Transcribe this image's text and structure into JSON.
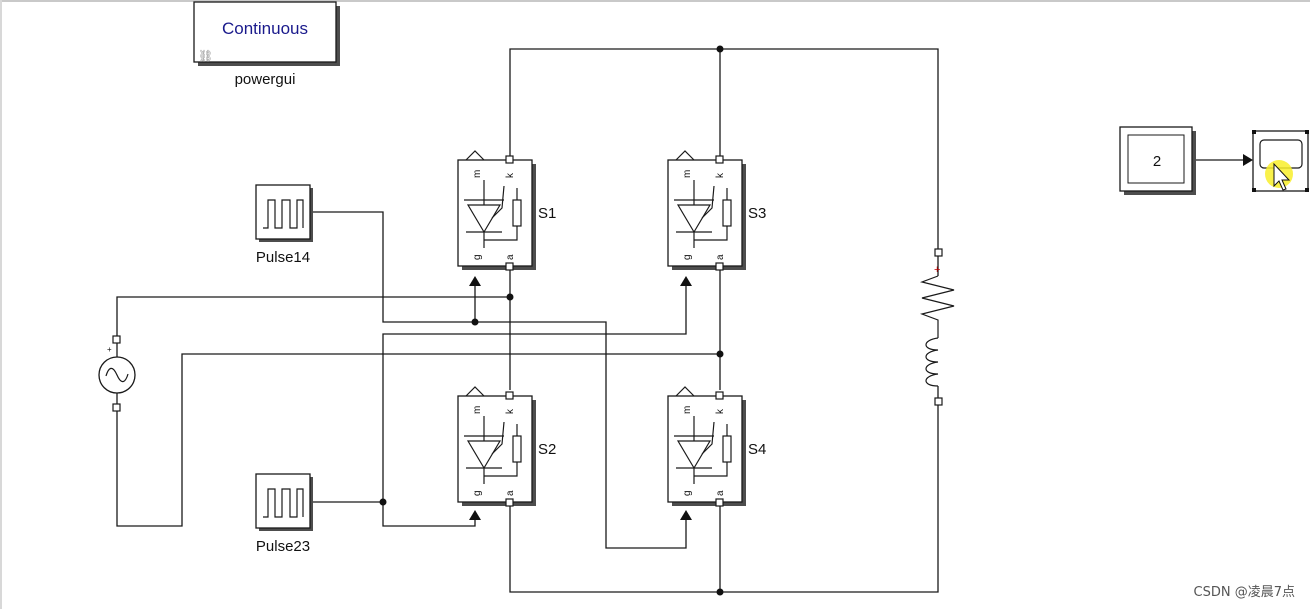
{
  "powergui": {
    "mode_text": "Continuous",
    "name": "powergui"
  },
  "pulses": [
    {
      "name": "Pulse14"
    },
    {
      "name": "Pulse23"
    }
  ],
  "thyristors": [
    {
      "name": "S1",
      "ports": {
        "m": "m",
        "k": "k",
        "g": "g",
        "a": "a"
      }
    },
    {
      "name": "S3",
      "ports": {
        "m": "m",
        "k": "k",
        "g": "g",
        "a": "a"
      }
    },
    {
      "name": "S2",
      "ports": {
        "m": "m",
        "k": "k",
        "g": "g",
        "a": "a"
      }
    },
    {
      "name": "S4",
      "ports": {
        "m": "m",
        "k": "k",
        "g": "g",
        "a": "a"
      }
    }
  ],
  "constant": {
    "value": "2"
  },
  "scope": {
    "icon": "scope-icon"
  },
  "source": {
    "icon": "ac-source-icon",
    "polarity": "+"
  },
  "load": {
    "icon": "rl-load-icon",
    "polarity": "+"
  },
  "watermark": "CSDN @凌晨7点"
}
